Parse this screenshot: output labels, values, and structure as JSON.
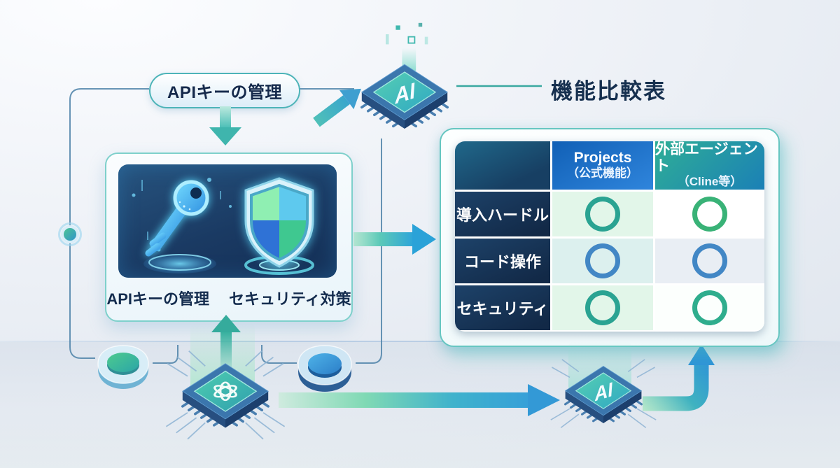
{
  "pill": {
    "label": "APIキーの管理"
  },
  "heading": {
    "title": "機能比較表"
  },
  "feature_card": {
    "caption_left": "APIキーの管理",
    "caption_right": "セキュリティ対策"
  },
  "chips": {
    "top_ai_label": "AI",
    "bottom_ai_label": "AI",
    "openai_chip": "openai-logo"
  },
  "comparison_table": {
    "columns": [
      {
        "title": "Projects",
        "subtitle": "（公式機能）",
        "accent": "#1f6fc4"
      },
      {
        "title": "外部エージェント",
        "subtitle": "（Cline等）",
        "accent": "#27a090"
      }
    ],
    "rows": [
      {
        "label": "導入ハードル",
        "cells": [
          {
            "mark": "circle",
            "color": "#2aa392",
            "bg": "#e2f6e9"
          },
          {
            "mark": "circle",
            "color": "#39b277",
            "bg": "#ffffff"
          }
        ]
      },
      {
        "label": "コード操作",
        "cells": [
          {
            "mark": "circle",
            "color": "#4287c5",
            "bg": "#dcf0ee"
          },
          {
            "mark": "circle",
            "color": "#4287c5",
            "bg": "#e9eef4"
          }
        ]
      },
      {
        "label": "セキュリティ",
        "cells": [
          {
            "mark": "circle",
            "color": "#2aa392",
            "bg": "#e2f6e9"
          },
          {
            "mark": "circle",
            "color": "#2fad8d",
            "bg": "#fcfffd"
          }
        ]
      }
    ]
  },
  "colors": {
    "accent_teal": "#3fb3ab",
    "accent_blue": "#2f9bd8",
    "navy_text": "#15294b",
    "connector_line": "#4d82a8",
    "header_blue_gradient": [
      "#1160b6",
      "#2f85dc"
    ],
    "header_teal_gradient": [
      "#2fae96",
      "#1b80b6"
    ],
    "row_label_bg": [
      "#1d4269",
      "#122947"
    ]
  }
}
